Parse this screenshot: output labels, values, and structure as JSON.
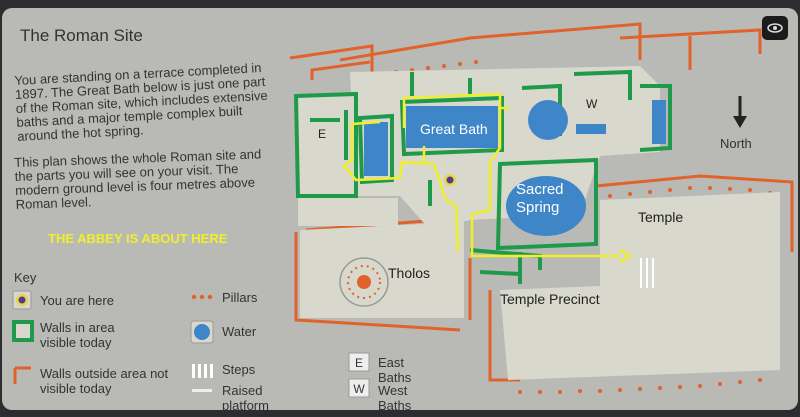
{
  "title": "The Roman Site",
  "intro": "You are standing on a terrace completed in 1897. The Great Bath below is just one part of the Roman site, which includes extensive baths and a major temple complex built around the hot spring.",
  "intro2": "This plan shows the whole Roman site and the parts you will see on your visit. The modern ground level is four metres above Roman level.",
  "annotation": "THE ABBEY IS ABOUT HERE",
  "key": {
    "title": "Key",
    "you_are_here": "You are here",
    "walls_visible": "Walls in area visible today",
    "walls_not_visible": "Walls outside area not visible today",
    "pillars": "Pillars",
    "water": "Water",
    "steps": "Steps",
    "raised_platform": "Raised platform",
    "east_baths": "East Baths",
    "west_baths": "West Baths",
    "east_letter": "E",
    "west_letter": "W"
  },
  "map_labels": {
    "great_bath": "Great Bath",
    "sacred_spring_1": "Sacred",
    "sacred_spring_2": "Spring",
    "temple": "Temple",
    "tholos": "Tholos",
    "temple_precinct": "Temple Precinct",
    "east_marker": "E",
    "west_marker": "W",
    "north": "North"
  },
  "colors": {
    "panel": "#b9bab6",
    "green_walls": "#1f9a4a",
    "orange_walls": "#e1622b",
    "water": "#3f86c9",
    "route": "#f1ef2a",
    "platform": "#d8d8cc"
  }
}
